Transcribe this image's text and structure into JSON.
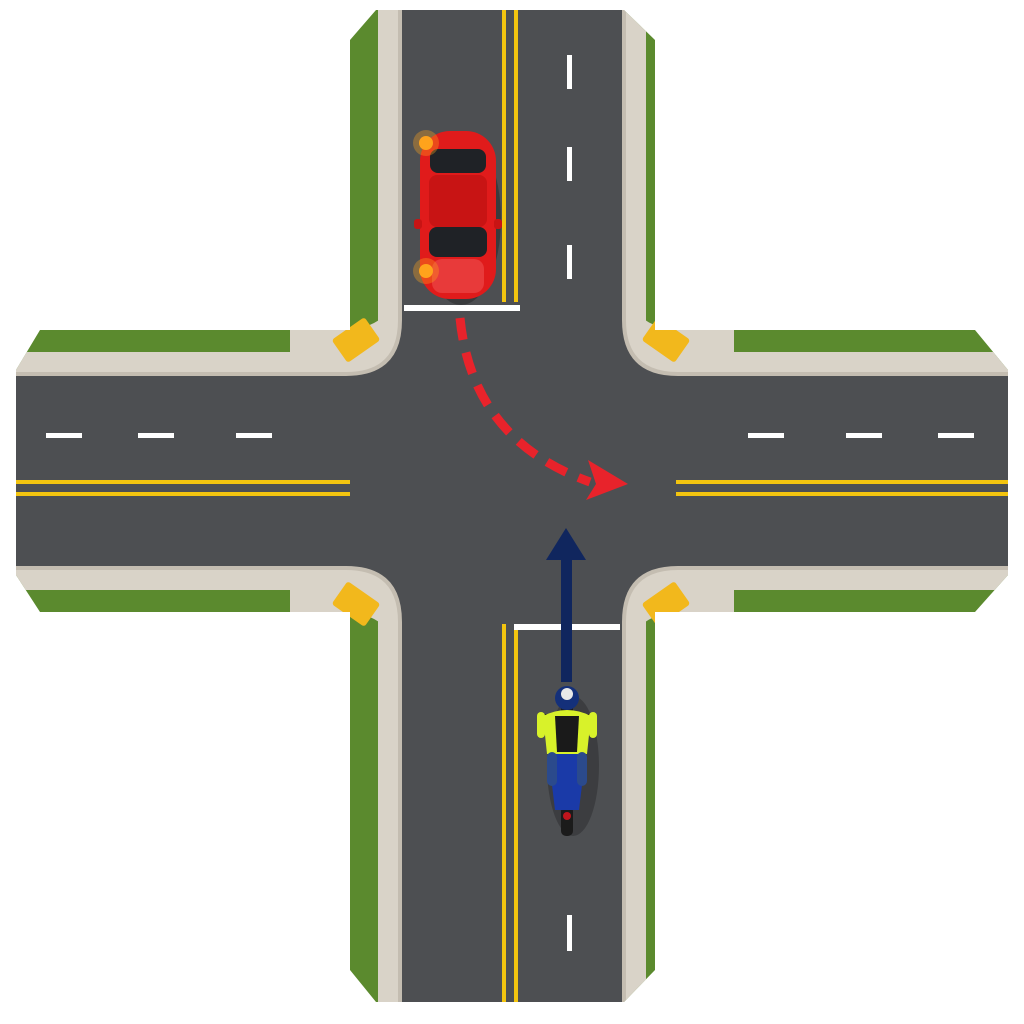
{
  "scene": {
    "type": "intersection-diagram",
    "intersection": "four-way",
    "lanes_per_road": 2
  },
  "colors": {
    "background": "#ffffff",
    "asphalt": "#4d4f52",
    "sidewalk": "#d9d3c8",
    "curb": "#c4bdb1",
    "grass": "#5b8a2e",
    "yellow_line": "#f3c40f",
    "white_line": "#ffffff",
    "tactile_pad": "#f2b81c",
    "car_body": "#e01b1b",
    "turn_signal": "#ffa41c",
    "motorcycle_body": "#1a3aa8",
    "rider_jacket": "#d8f22a",
    "turn_arrow": "#e8232b",
    "straight_arrow": "#10265e"
  },
  "vehicles": [
    {
      "name": "car",
      "color": "red",
      "heading": "south",
      "signal": "left-turn",
      "action": "left-turn"
    },
    {
      "name": "motorcycle",
      "color": "blue",
      "heading": "north",
      "action": "straight"
    }
  ],
  "icons": {
    "turn_path": "dashed-curved-arrow",
    "straight_path": "solid-arrow"
  }
}
